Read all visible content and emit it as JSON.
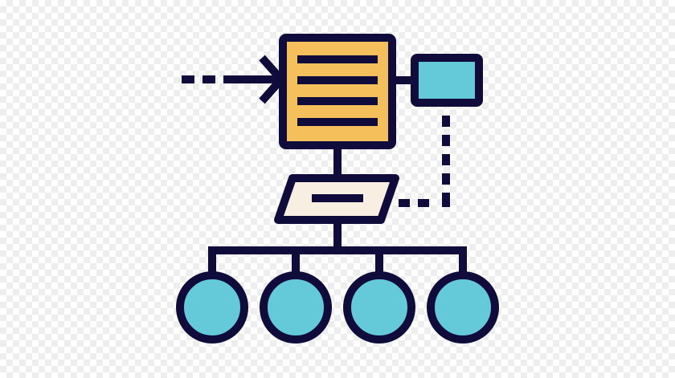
{
  "icon": {
    "name": "workflow-hierarchy-icon",
    "colors": {
      "outline": "#0f0c3b",
      "document_fill": "#f5c05c",
      "box_fill": "#64c9d8",
      "parallelogram_fill": "#f9eee2",
      "circle_fill": "#64c9d8"
    },
    "elements": [
      "dotted-arrow-icon",
      "document-icon",
      "side-box-icon",
      "dotted-connector",
      "parallelogram-icon",
      "branch-lines",
      "circle-node-icon"
    ],
    "child_node_count": 4,
    "document_line_count": 4
  }
}
